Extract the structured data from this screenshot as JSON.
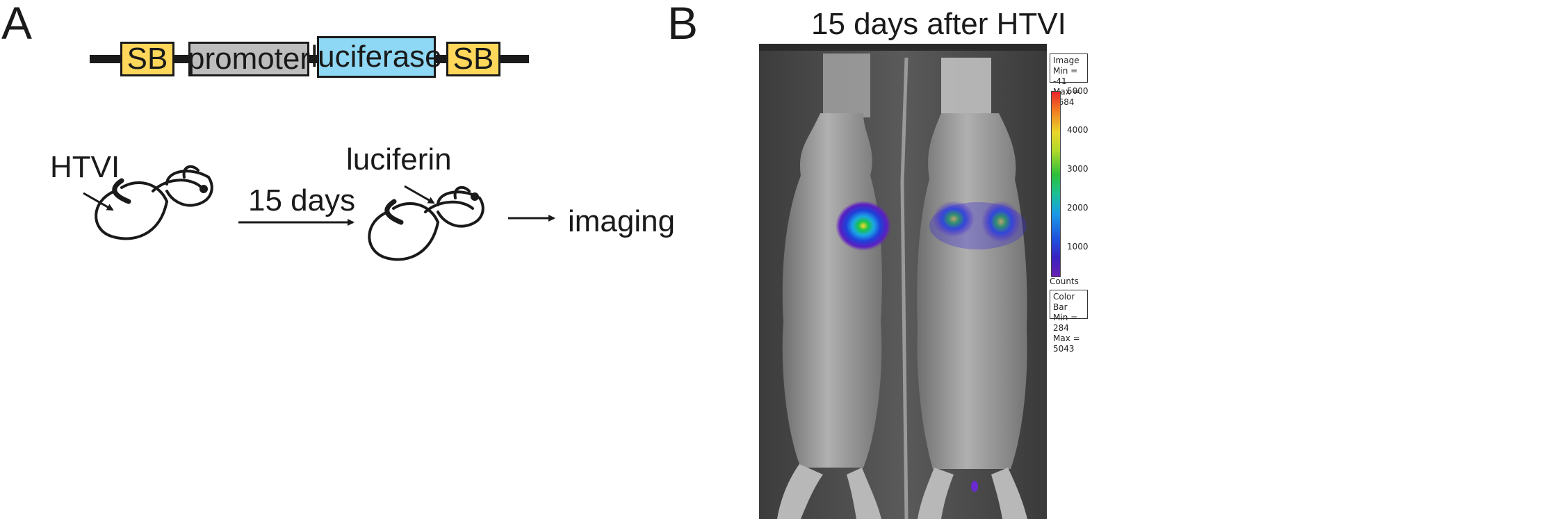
{
  "panel_a": {
    "letter": "A",
    "construct": {
      "sb_left": "SB",
      "promoter": "promoter",
      "luciferase": "luciferase",
      "sb_right": "SB"
    },
    "workflow": {
      "injection": "HTVI",
      "interval": "15 days",
      "substrate": "luciferin",
      "readout": "imaging"
    }
  },
  "panel_b": {
    "letter": "B",
    "title": "15 days after HTVI",
    "image_box": {
      "line1": "Image",
      "line2": "Min = -41",
      "line3": "Max = 5684"
    },
    "colorbar": {
      "ticks": [
        "5000",
        "4000",
        "3000",
        "2000",
        "1000"
      ],
      "unit": "Counts",
      "range_box": {
        "line1": "Color Bar",
        "line2": "Min = 284",
        "line3": "Max = 5043"
      }
    }
  },
  "colors": {
    "sb": "#FFD75A",
    "promoter": "#BDBDBD",
    "luciferase": "#8FD8F5",
    "line": "#1a1a1a"
  }
}
